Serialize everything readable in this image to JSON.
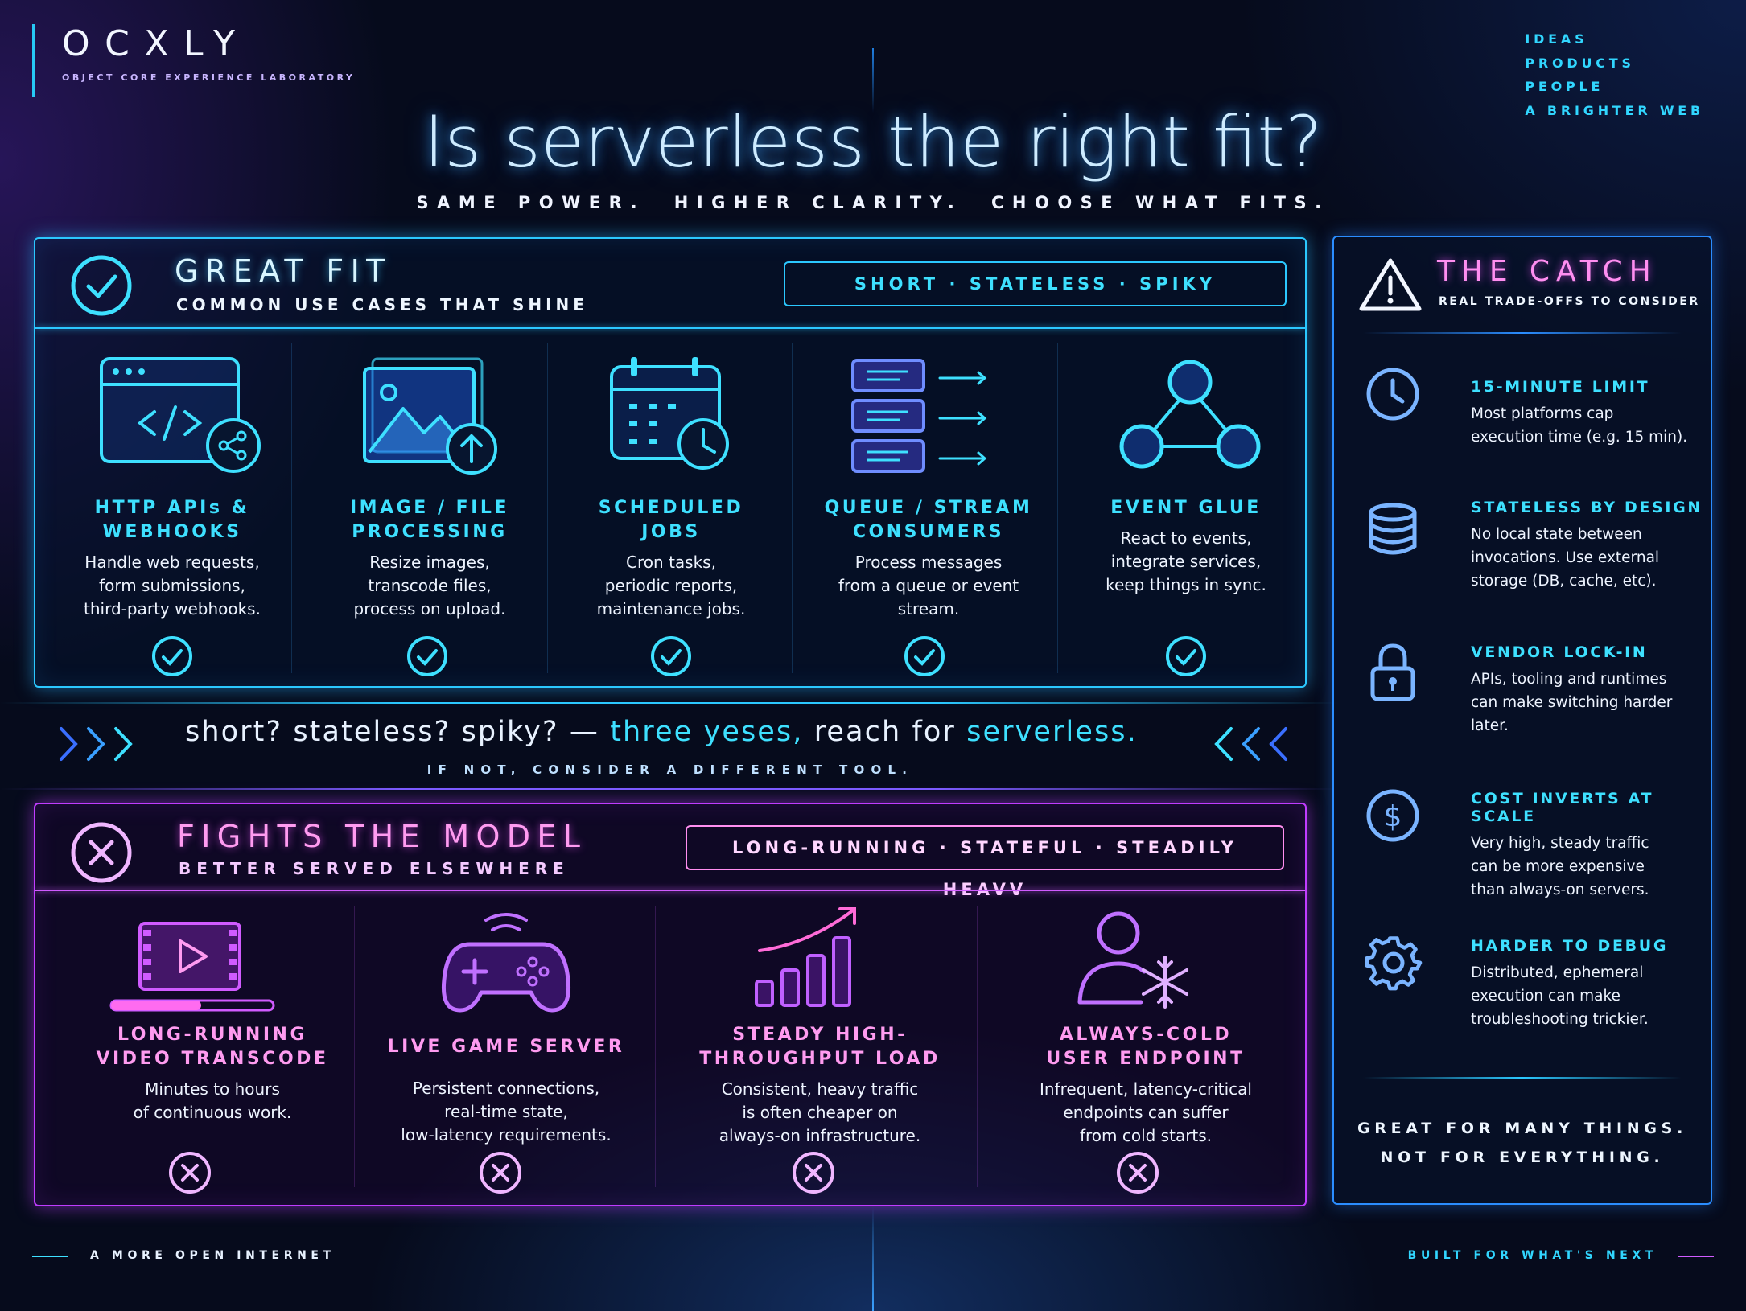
{
  "brand": {
    "name": "OCXLY",
    "tagline": "OBJECT CORE EXPERIENCE LABORATORY"
  },
  "nav": [
    "IDEAS",
    "PRODUCTS",
    "PEOPLE",
    "A BRIGHTER WEB"
  ],
  "title": "Is serverless the right fit?",
  "subtitle": "SAME POWER.  HIGHER CLARITY.  CHOOSE WHAT FITS.",
  "great_fit": {
    "title": "GREAT FIT",
    "subtitle": "COMMON USE CASES THAT SHINE",
    "pill": "SHORT · STATELESS · SPIKY",
    "items": [
      {
        "icon": "code-window-share-icon",
        "title": [
          "HTTP APIs &",
          "WEBHOOKS"
        ],
        "desc": [
          "Handle web requests,",
          "form submissions,",
          "third-party webhooks."
        ]
      },
      {
        "icon": "image-upload-icon",
        "title": [
          "IMAGE / FILE",
          "PROCESSING"
        ],
        "desc": [
          "Resize images,",
          "transcode files,",
          "process on upload."
        ]
      },
      {
        "icon": "calendar-clock-icon",
        "title": [
          "SCHEDULED",
          "JOBS"
        ],
        "desc": [
          "Cron tasks,",
          "periodic reports,",
          "maintenance jobs."
        ]
      },
      {
        "icon": "queue-stack-icon",
        "title": [
          "QUEUE / STREAM",
          "CONSUMERS"
        ],
        "desc": [
          "Process messages",
          "from a queue or event",
          "stream."
        ]
      },
      {
        "icon": "event-graph-icon",
        "title": [
          "EVENT GLUE",
          ""
        ],
        "desc": [
          "React to events,",
          "integrate services,",
          "keep things in sync."
        ]
      }
    ]
  },
  "banner": {
    "question": "short? stateless? spiky? — ",
    "answer_a": "three yeses,",
    "middle": " reach for ",
    "answer_b": "serverless.",
    "sub": "IF NOT, CONSIDER A DIFFERENT TOOL."
  },
  "fights": {
    "title": "FIGHTS THE MODEL",
    "subtitle": "BETTER SERVED ELSEWHERE",
    "pill": "LONG-RUNNING · STATEFUL · STEADILY HEAVV",
    "items": [
      {
        "icon": "video-film-icon",
        "title": [
          "LONG-RUNNING",
          "VIDEO TRANSCODE"
        ],
        "desc": [
          "Minutes to hours",
          "of continuous work."
        ]
      },
      {
        "icon": "gamepad-icon",
        "title": [
          "LIVE GAME SERVER",
          ""
        ],
        "desc": [
          "Persistent connections,",
          "real-time state,",
          "low-latency requirements."
        ]
      },
      {
        "icon": "bar-chart-trend-icon",
        "title": [
          "STEADY HIGH-",
          "THROUGHPUT LOAD"
        ],
        "desc": [
          "Consistent, heavy traffic",
          "is often cheaper on",
          "always-on infrastructure."
        ]
      },
      {
        "icon": "user-snowflake-icon",
        "title": [
          "ALWAYS-COLD",
          "USER ENDPOINT"
        ],
        "desc": [
          "Infrequent, latency-critical",
          "endpoints can suffer",
          "from cold starts."
        ]
      }
    ]
  },
  "catch": {
    "title": "THE CATCH",
    "subtitle": "REAL TRADE-OFFS TO CONSIDER",
    "items": [
      {
        "icon": "clock-icon",
        "title": "15-MINUTE LIMIT",
        "desc": [
          "Most platforms cap",
          "execution time (e.g. 15 min)."
        ]
      },
      {
        "icon": "database-icon",
        "title": "STATELESS BY DESIGN",
        "desc": [
          "No local state between",
          "invocations. Use external",
          "storage (DB, cache, etc)."
        ]
      },
      {
        "icon": "padlock-icon",
        "title": "VENDOR LOCK-IN",
        "desc": [
          "APIs, tooling and runtimes",
          "can make switching harder",
          "later."
        ]
      },
      {
        "icon": "dollar-icon",
        "title": "COST INVERTS AT SCALE",
        "desc": [
          "Very high, steady traffic",
          "can be more expensive",
          "than always-on servers."
        ]
      },
      {
        "icon": "gear-icon",
        "title": "HARDER TO DEBUG",
        "desc": [
          "Distributed, ephemeral",
          "execution can make",
          "troubleshooting trickier."
        ]
      }
    ],
    "footer": [
      "GREAT FOR MANY THINGS.",
      "NOT FOR EVERYTHING."
    ]
  },
  "footer": {
    "left": "A MORE OPEN INTERNET",
    "right": "BUILT FOR WHAT'S NEXT"
  },
  "colors": {
    "cyan": "#3ee0ff",
    "magenta": "#d05bff",
    "blue": "#2b8dff",
    "background": "#060b1c"
  }
}
